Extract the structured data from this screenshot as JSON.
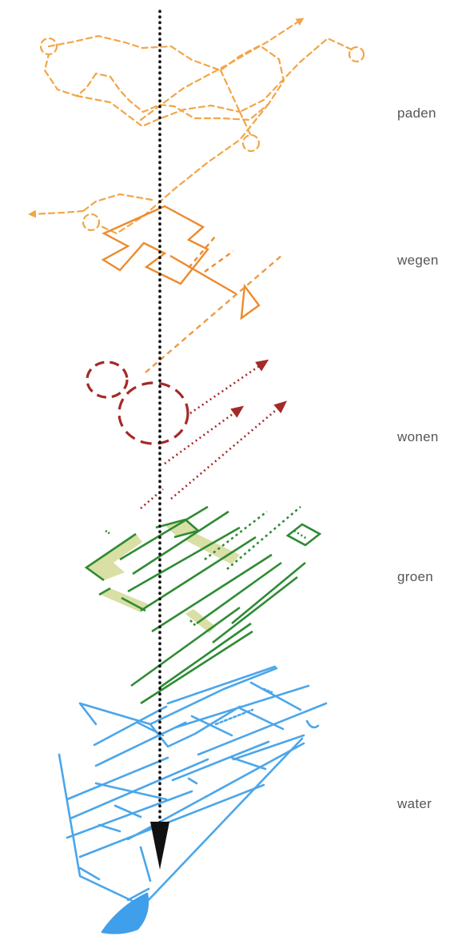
{
  "layers": [
    {
      "id": "paden",
      "label": "paden",
      "color": "#F2A548"
    },
    {
      "id": "wegen",
      "label": "wegen",
      "color": "#EE8A2C"
    },
    {
      "id": "wonen",
      "label": "wonen",
      "color": "#A32A28"
    },
    {
      "id": "groen",
      "label": "groen",
      "color": "#2E8B34"
    },
    {
      "id": "water",
      "label": "water",
      "color": "#4BA6EA"
    }
  ],
  "colors": {
    "central_arrow": "#111111",
    "groen_fill": "#D9DFA5",
    "water_fill": "#3F9FEA"
  }
}
